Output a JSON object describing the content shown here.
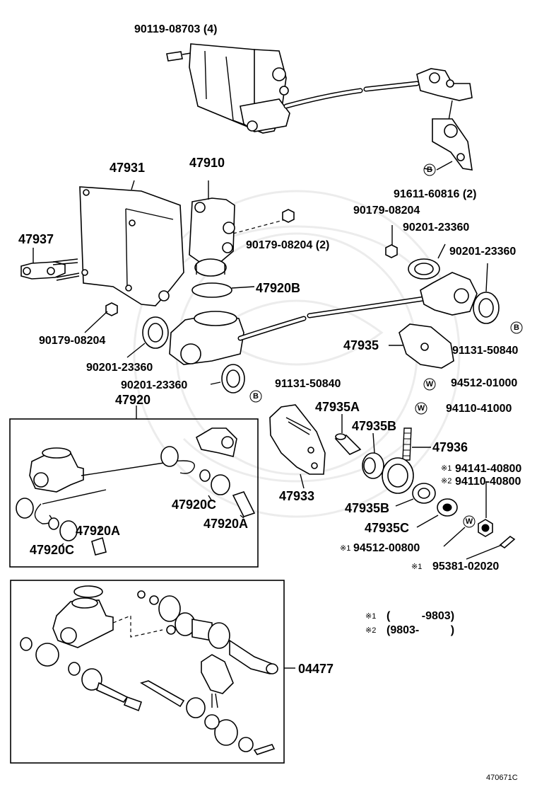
{
  "labels": {
    "top_bolt": "90119-08703 (4)",
    "bracket": "47931",
    "valve": "47910",
    "bolt_47937": "47937",
    "nut_08204_2": "90179-08204 (2)",
    "nut_08204_a": "90179-08204",
    "nut_08204_b": "90179-08204",
    "ring_47920B": "47920B",
    "bolt_91611": "91611-60816 (2)",
    "gasket_a": "90201-23360",
    "gasket_b": "90201-23360",
    "gasket_c": "90201-23360",
    "gasket_d": "90201-23360",
    "bolt_91131_a": "91131-50840",
    "bolt_91131_b": "91131-50840",
    "cover_47935": "47935",
    "washer_94512_01000": "94512-01000",
    "nut_94110_41000": "94110-41000",
    "sub_47920": "47920",
    "shaft_47935A": "47935A",
    "collar_47935B_top": "47935B",
    "bolt_47936": "47936",
    "nut_94141": "94141-40800",
    "nut_94110_40800": "94110-40800",
    "lever_47933": "47933",
    "collar_47935B_bot": "47935B",
    "washer_47935C": "47935C",
    "washer_94512_00800": "94512-00800",
    "pin_95381": "95381-02020",
    "sub_47920C_r": "47920C",
    "sub_47920A_r": "47920A",
    "sub_47920A_l": "47920A",
    "sub_47920C_l": "47920C",
    "kit_04477": "04477",
    "diagram_id": "470671C"
  },
  "notes": {
    "mark1": "※1",
    "mark2": "※2",
    "note1_range": "(          -9803)",
    "note2_range": "(9803-          )"
  },
  "symbols": {
    "bolt": "B",
    "washer": "W"
  }
}
